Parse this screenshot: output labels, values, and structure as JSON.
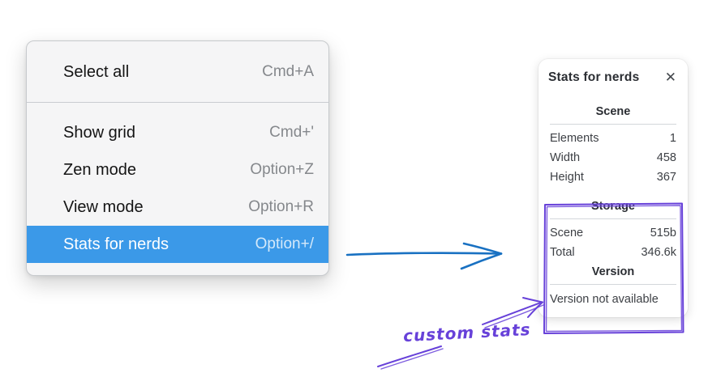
{
  "colors": {
    "menu_highlight": "#3b99e8",
    "arrow_blue": "#1971c2",
    "annotation_violet": "#6741d9"
  },
  "context_menu": {
    "items": [
      {
        "label": "Select all",
        "shortcut": "Cmd+A",
        "selected": false
      },
      {
        "type": "separator"
      },
      {
        "label": "Show grid",
        "shortcut": "Cmd+'",
        "selected": false
      },
      {
        "label": "Zen mode",
        "shortcut": "Option+Z",
        "selected": false
      },
      {
        "label": "View mode",
        "shortcut": "Option+R",
        "selected": false
      },
      {
        "label": "Stats for nerds",
        "shortcut": "Option+/",
        "selected": true
      }
    ]
  },
  "stats_panel": {
    "title": "Stats for nerds",
    "close_icon": "✕",
    "sections": [
      {
        "heading": "Scene",
        "rows": [
          {
            "label": "Elements",
            "value": "1"
          },
          {
            "label": "Width",
            "value": "458"
          },
          {
            "label": "Height",
            "value": "367"
          }
        ]
      },
      {
        "heading": "Storage",
        "rows": [
          {
            "label": "Scene",
            "value": "515b"
          },
          {
            "label": "Total",
            "value": "346.6k"
          }
        ]
      },
      {
        "heading": "Version",
        "rows": [],
        "note": "Version not available"
      }
    ]
  },
  "annotations": {
    "label": "custom stats"
  }
}
